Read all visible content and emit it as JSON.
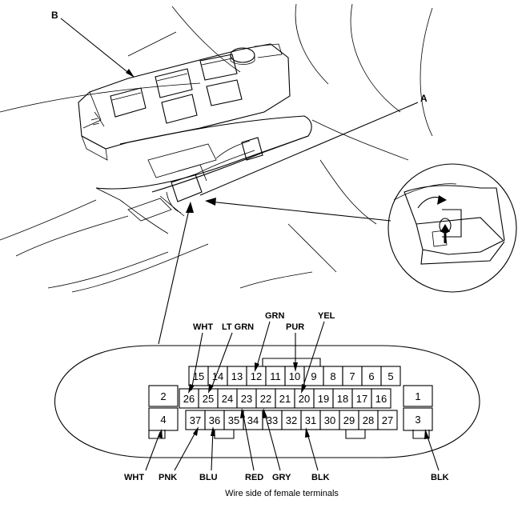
{
  "callouts": {
    "b": "B",
    "a": "A"
  },
  "wire_labels": {
    "wht_top": "WHT",
    "lt_grn": "LT GRN",
    "grn": "GRN",
    "pur": "PUR",
    "yel": "YEL",
    "wht_bottom": "WHT",
    "pnk": "PNK",
    "blu": "BLU",
    "red": "RED",
    "gry": "GRY",
    "blk_mid": "BLK",
    "blk_right": "BLK"
  },
  "pins": {
    "row_top": [
      "15",
      "14",
      "13",
      "12",
      "11",
      "10",
      "9",
      "8",
      "7",
      "6",
      "5"
    ],
    "row_mid": [
      "26",
      "25",
      "24",
      "23",
      "22",
      "21",
      "20",
      "19",
      "18",
      "17",
      "16"
    ],
    "row_bot": [
      "37",
      "36",
      "35",
      "34",
      "33",
      "32",
      "31",
      "30",
      "29",
      "28",
      "27"
    ],
    "left_top": "2",
    "left_bot": "4",
    "right_top": "1",
    "right_bot": "3"
  },
  "caption": "Wire side of female terminals"
}
